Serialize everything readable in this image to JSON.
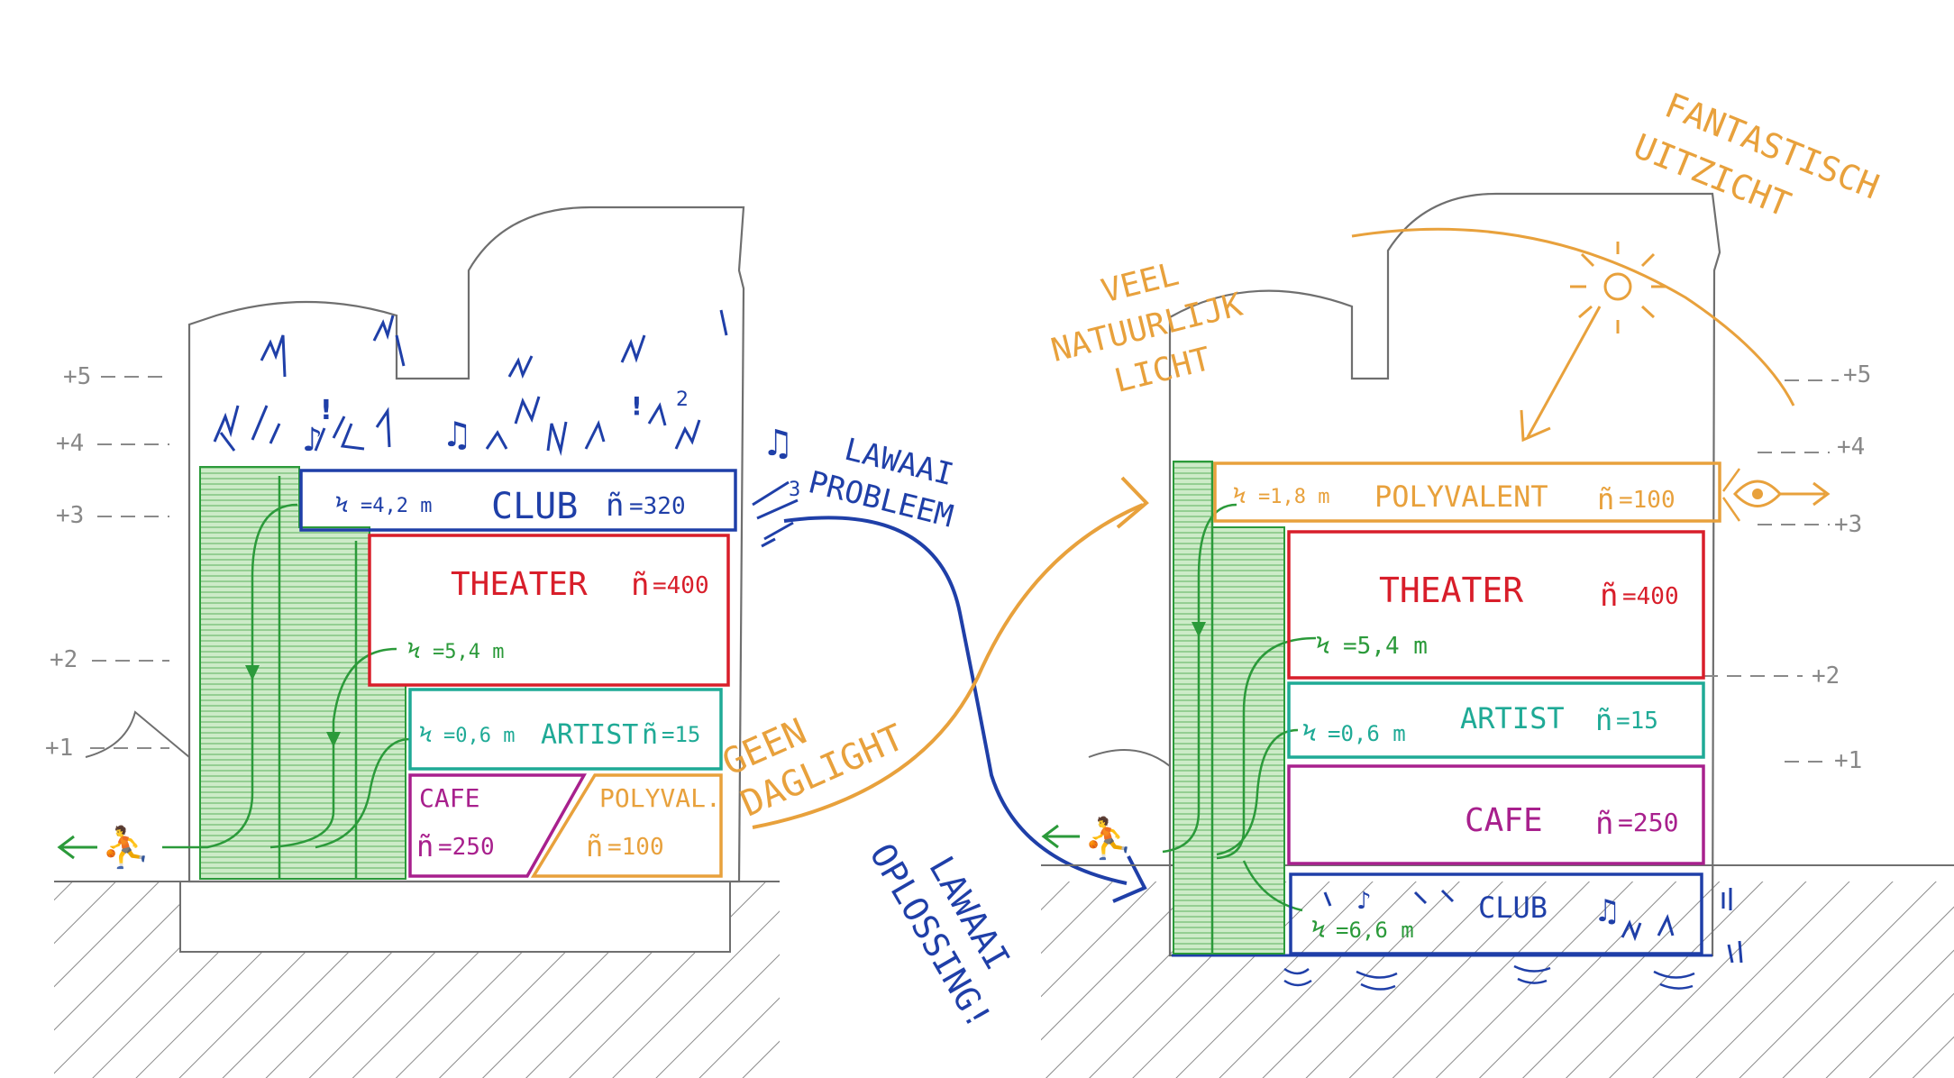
{
  "colors": {
    "club": "#1f3fa8",
    "theater": "#d81e2a",
    "artist": "#1faa96",
    "cafe": "#a8208d",
    "polyvalent": "#e8a13c",
    "stairs": "#2b9a3a",
    "outline": "#6f6f6f"
  },
  "icons": [
    "person-icon",
    "running-person-icon",
    "stair-icon",
    "eye-icon",
    "sun-icon",
    "music-note-icon",
    "arrow-icon"
  ],
  "left": {
    "levels": [
      "+5",
      "+4",
      "+3",
      "+2",
      "+1"
    ],
    "club": {
      "label": "CLUB",
      "stair": "=4,2 m",
      "capacity": "=320"
    },
    "theater": {
      "label": "THEATER",
      "stair": "=5,4 m",
      "capacity": "=400"
    },
    "artist": {
      "label": "ARTIST",
      "stair": "=0,6 m",
      "capacity": "=15"
    },
    "cafe": {
      "label": "CAFE",
      "capacity": "=250"
    },
    "polyval": {
      "label": "POLYVAL.",
      "capacity": "=100"
    }
  },
  "right": {
    "levels": [
      "+5",
      "+4",
      "+3",
      "+2",
      "+1"
    ],
    "polyvalent": {
      "label": "POLYVALENT",
      "stair": "=1,8 m",
      "capacity": "=100"
    },
    "theater": {
      "label": "THEATER",
      "stair": "=5,4 m",
      "capacity": "=400"
    },
    "artist": {
      "label": "ARTIST",
      "stair": "=0,6 m",
      "capacity": "=15"
    },
    "cafe": {
      "label": "CAFE",
      "capacity": "=250"
    },
    "club": {
      "label": "CLUB",
      "stair": "=6,6 m"
    }
  },
  "notes": {
    "lawaai_probleem": [
      "LAWAAI",
      "PROBLEEM"
    ],
    "geen_daglight": [
      "GEEN",
      "DAGLIGHT"
    ],
    "lawaai_oplossing": [
      "LAWAAI",
      "OPLOSSING!"
    ],
    "veel_licht": [
      "VEEL",
      "NATUURLIJK",
      "LICHT"
    ],
    "uitzicht": [
      "FANTASTISCH",
      "UITZICHT"
    ]
  }
}
